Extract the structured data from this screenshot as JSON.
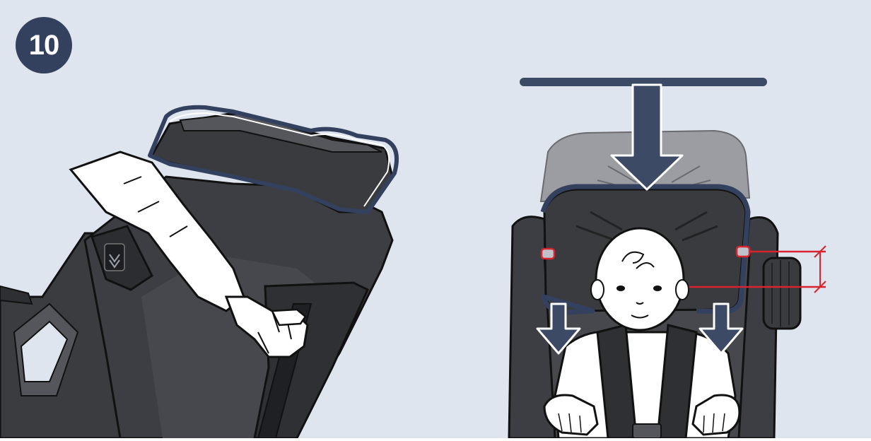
{
  "step": {
    "number": "10"
  },
  "colors": {
    "background": "#dfe5ee",
    "badge": "#33415f",
    "seat_dark": "#3a3b3f",
    "seat_mid": "#4a4b50",
    "highlight_outline": "#33415f",
    "arrow_fill": "#3d4a66",
    "measure_red": "#d7242f"
  },
  "icons": {
    "left_panel": "hand-pressing-release-button",
    "right_panel": "headrest-adjust-down-arrows"
  }
}
